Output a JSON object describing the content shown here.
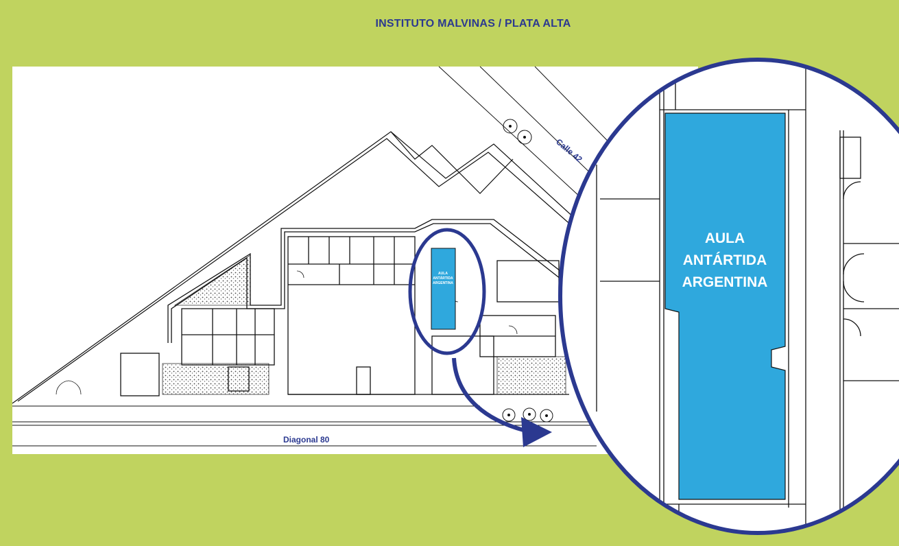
{
  "title": "INSTITUTO MALVINAS / PLATA ALTA",
  "streets": {
    "calle42": "Calle 42",
    "diagonal80": "Diagonal 80"
  },
  "room": {
    "line1": "AULA",
    "line2": "ANTÁRTIDA",
    "line3": "ARGENTINA"
  },
  "colors": {
    "background": "#c0d35f",
    "accent": "#2b3990",
    "room_fill": "#2fa8dd"
  }
}
